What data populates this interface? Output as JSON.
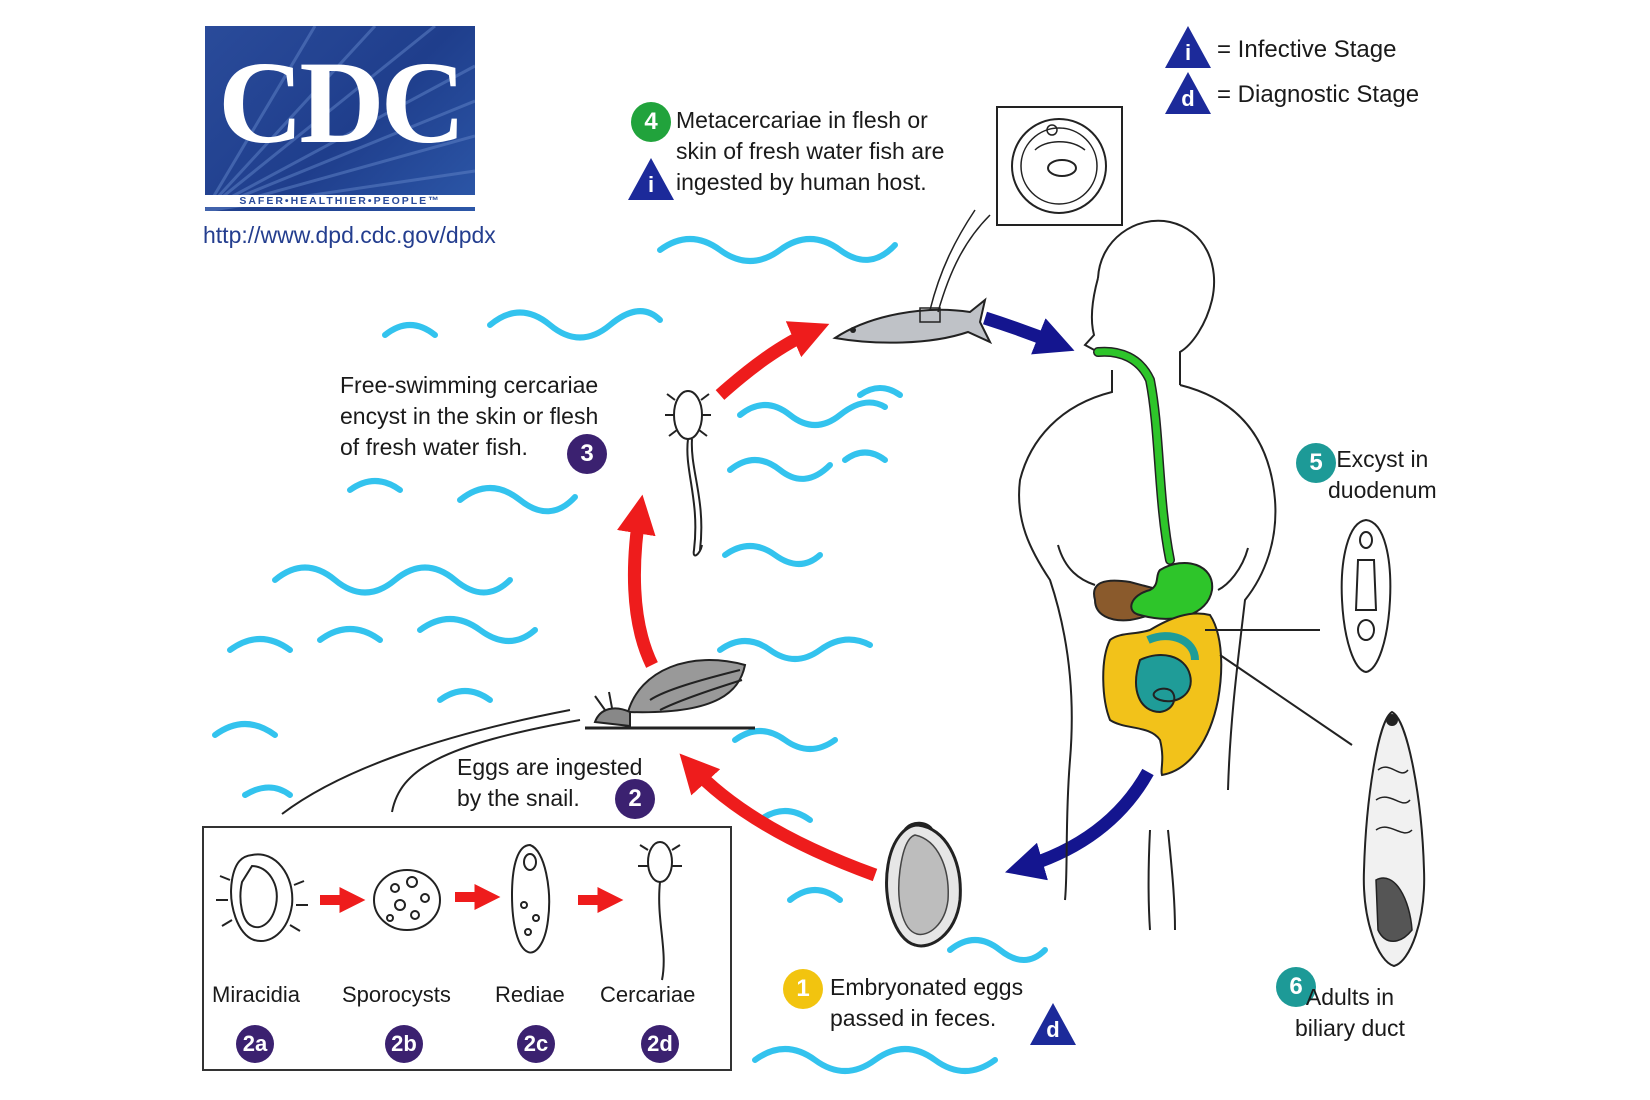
{
  "logo": {
    "letters": "CDC",
    "tagline": "SAFER•HEALTHIER•PEOPLE™"
  },
  "url": "http://www.dpd.cdc.gov/dpdx",
  "legend": {
    "infective": {
      "letter": "i",
      "label": "= Infective Stage"
    },
    "diagnostic": {
      "letter": "d",
      "label": "= Diagnostic Stage"
    }
  },
  "steps": {
    "s1": {
      "badge": "1",
      "lines": [
        "Embryonated eggs",
        "passed in feces."
      ],
      "stage_letter": "d"
    },
    "s2": {
      "badge": "2",
      "lines": [
        "Eggs are ingested",
        "by the snail."
      ]
    },
    "s3": {
      "badge": "3",
      "lines": [
        "Free-swimming cercariae",
        "encyst in the skin or flesh",
        "of fresh water fish."
      ]
    },
    "s4": {
      "badge": "4",
      "lines": [
        "Metacercariae in flesh or",
        "skin of fresh water fish are",
        "ingested by human host."
      ],
      "stage_letter": "i"
    },
    "s5": {
      "badge": "5",
      "lines": [
        "Excyst in",
        "duodenum"
      ]
    },
    "s6": {
      "badge": "6",
      "lines": [
        "Adults in",
        "biliary duct"
      ]
    }
  },
  "inset": {
    "items": [
      {
        "label": "Miracidia",
        "badge": "2a"
      },
      {
        "label": "Sporocysts",
        "badge": "2b"
      },
      {
        "label": "Rediae",
        "badge": "2c"
      },
      {
        "label": "Cercariae",
        "badge": "2d"
      }
    ]
  },
  "colors": {
    "water": "#33c3ee",
    "arrow_red": "#ee1c1c",
    "arrow_blue": "#14158f",
    "badge_purple": "#3b2170",
    "badge_green": "#21a33c",
    "badge_teal": "#1d9a97",
    "badge_yellow": "#f2c40f",
    "stage_triangle": "#1c2a9a",
    "gi_green": "#2ec52a",
    "liver_brown": "#8a5a2c",
    "intestine_yellow": "#f2c21a",
    "intestine_teal": "#1f9c98"
  }
}
